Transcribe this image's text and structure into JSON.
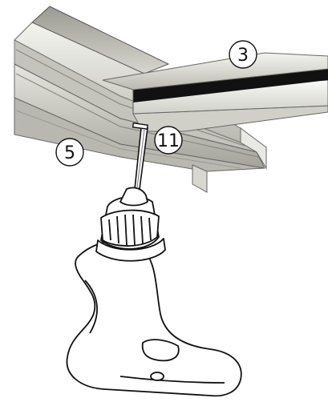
{
  "callouts": [
    {
      "id": "part-3",
      "label": "3"
    },
    {
      "id": "part-5",
      "label": "5"
    },
    {
      "id": "part-11",
      "label": "11"
    }
  ],
  "colors": {
    "background": "#ffffff",
    "outline": "#111111",
    "metal_light": "#f0f0ea",
    "metal_mid": "#c9c9c2",
    "metal_dark": "#8d8d86",
    "rail_black": "#111111"
  },
  "icons": {
    "drill": "power-drill-illustration",
    "screw": "drill-bit-screw",
    "profile_3": "ceiling-profile-cd",
    "profile_5": "wall-profile-ud"
  }
}
